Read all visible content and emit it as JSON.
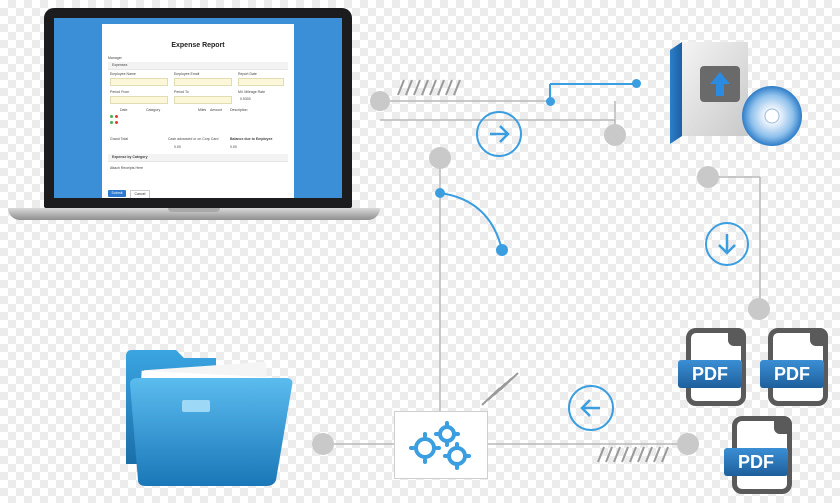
{
  "laptop": {
    "form_title": "Expense Report",
    "manager_label": "Manager",
    "section_expenses": "Expenses",
    "employee_name_label": "Employee Name",
    "employee_email_label": "Employee Email",
    "report_date_label": "Report Date",
    "period_from_label": "Period From",
    "period_to_label": "Period To",
    "mileage_rate_label": "Mil. Mileage Rate",
    "mileage_rate_value": "0.5300",
    "date_col": "Date",
    "category_col": "Category",
    "miles_col": "Miles",
    "amount_col": "Amount",
    "description_col": "Description",
    "grand_total_label": "Grand Total",
    "cash_advanced_label": "Cash advanced or on Corp Card",
    "balance_due_label": "Balance due to Employee",
    "total_value": "0.00",
    "expense_by_category": "Expense by Category",
    "attach_receipts": "Attach Receipts Here",
    "submit_label": "Submit",
    "cancel_label": "Cancel"
  },
  "pdf_label": "PDF",
  "colors": {
    "accent": "#3b9ee0",
    "node": "#c9c9c9",
    "line": "#b8b8b8"
  },
  "icons": [
    "folder-icon",
    "software-box-icon",
    "gears-icon",
    "pdf-icon",
    "arrow-right-icon",
    "arrow-down-icon",
    "arrow-left-icon"
  ]
}
